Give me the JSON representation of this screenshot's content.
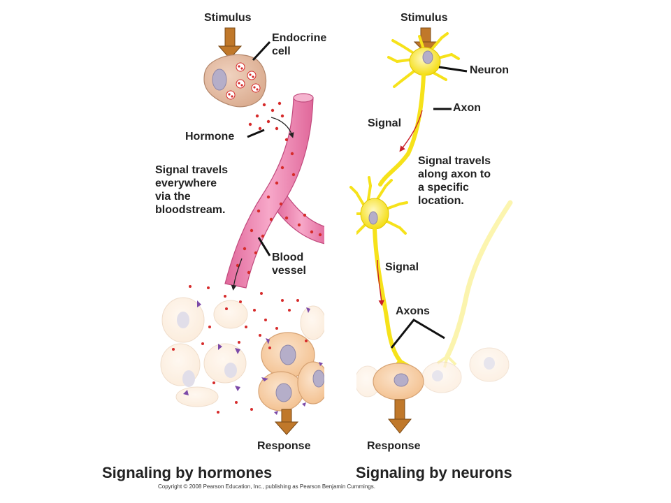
{
  "hormones": {
    "stimulus": "Stimulus",
    "endocrine_cell": "Endocrine\ncell",
    "hormone": "Hormone",
    "travels": "Signal travels\neverywhere\nvia the\nbloodstream.",
    "blood_vessel": "Blood\nvessel",
    "response": "Response",
    "title": "Signaling by hormones"
  },
  "neurons": {
    "stimulus": "Stimulus",
    "neuron": "Neuron",
    "axon": "Axon",
    "signal_upper": "Signal",
    "travels": "Signal travels\nalong axon to\na specific\nlocation.",
    "signal_lower": "Signal",
    "axons": "Axons",
    "response": "Response",
    "title": "Signaling by neurons"
  },
  "copyright": "Copyright © 2008 Pearson Education, Inc., publishing as Pearson Benjamin Cummings.",
  "colors": {
    "arrow": "#c0782a",
    "endocrine_cell": "#dfb8a0",
    "vessel": "#f08cb6",
    "hormone_dot": "#d62b2b",
    "neuron": "#f6e21a",
    "target_cell": "#f7d1a8"
  }
}
